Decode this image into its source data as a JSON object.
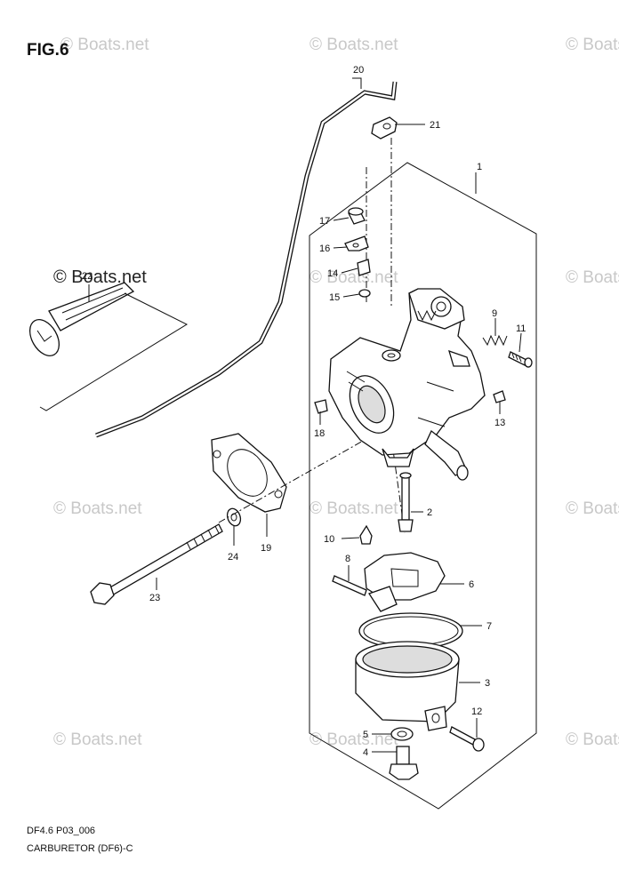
{
  "figure": {
    "title": "FIG.6"
  },
  "footer": {
    "code": "DF4.6 P03_006",
    "caption": "CARBURETOR (DF6)-C"
  },
  "watermark": {
    "text": "© Boats.net"
  },
  "callouts": [
    {
      "num": "1"
    },
    {
      "num": "2"
    },
    {
      "num": "3"
    },
    {
      "num": "4"
    },
    {
      "num": "5"
    },
    {
      "num": "6"
    },
    {
      "num": "7"
    },
    {
      "num": "8"
    },
    {
      "num": "9"
    },
    {
      "num": "10"
    },
    {
      "num": "11"
    },
    {
      "num": "12"
    },
    {
      "num": "13"
    },
    {
      "num": "14"
    },
    {
      "num": "15"
    },
    {
      "num": "16"
    },
    {
      "num": "17"
    },
    {
      "num": "18"
    },
    {
      "num": "19"
    },
    {
      "num": "20"
    },
    {
      "num": "21"
    },
    {
      "num": "22"
    },
    {
      "num": "23"
    },
    {
      "num": "24"
    }
  ]
}
